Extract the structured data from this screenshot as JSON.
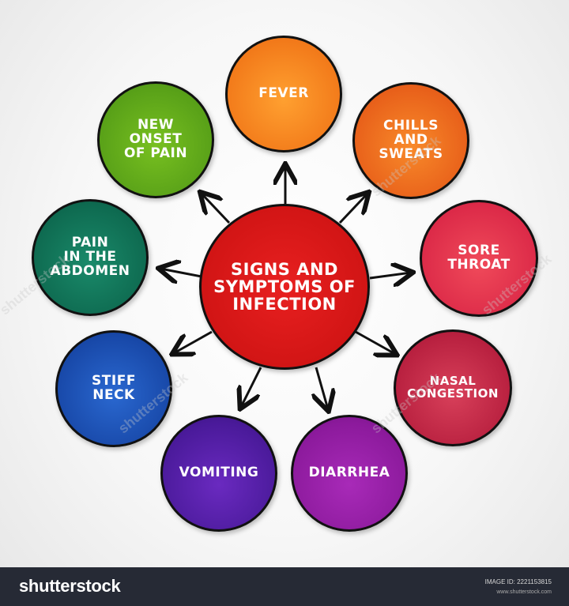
{
  "diagram": {
    "center": {
      "label": "SIGNS AND\nSYMPTOMS OF\nINFECTION",
      "color": "#d81818"
    },
    "nodes": [
      {
        "label": "FEVER",
        "color": "#f27a1a"
      },
      {
        "label": "CHILLS\nAND\nSWEATS",
        "color": "#e8601a"
      },
      {
        "label": "SORE\nTHROAT",
        "color": "#dc2a48"
      },
      {
        "label": "NASAL\nCONGESTION",
        "color": "#b8203f"
      },
      {
        "label": "DIARRHEA",
        "color": "#8c1a9c"
      },
      {
        "label": "VOMITING",
        "color": "#4a1a9a"
      },
      {
        "label": "STIFF\nNECK",
        "color": "#1848a8"
      },
      {
        "label": "PAIN\nIN THE\nABDOMEN",
        "color": "#0e6a50"
      },
      {
        "label": "NEW\nONSET\nOF PAIN",
        "color": "#58a018"
      }
    ]
  },
  "watermark": "shutterstock",
  "footer": {
    "logo": "shutterstock",
    "image_id": "IMAGE ID: 2221153815",
    "url": "www.shutterstock.com"
  }
}
